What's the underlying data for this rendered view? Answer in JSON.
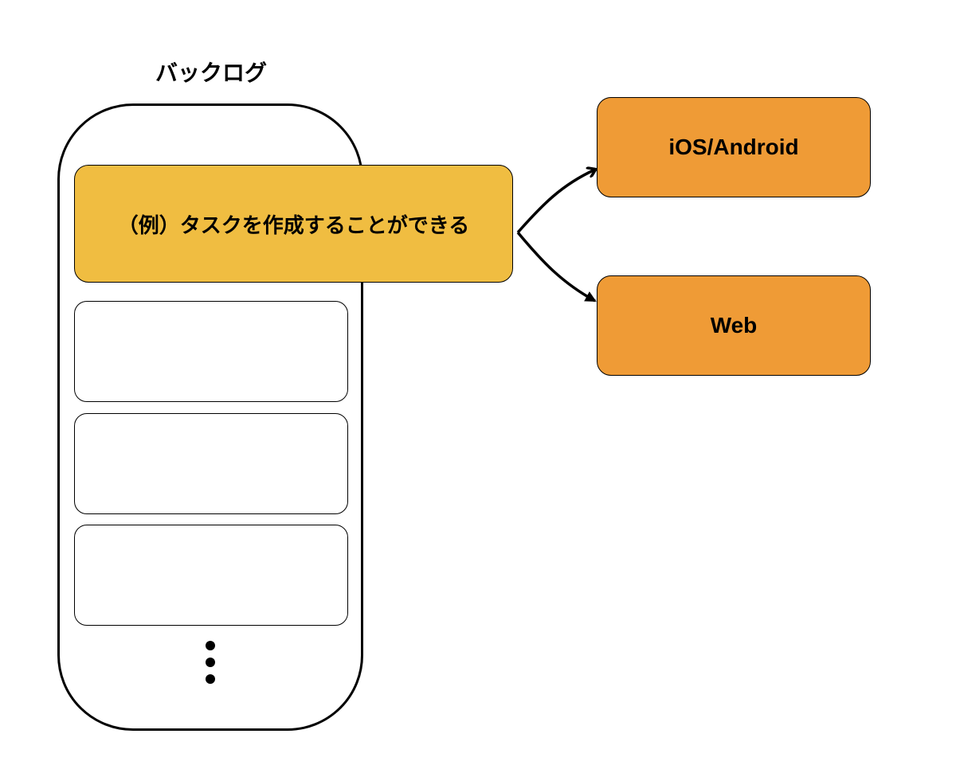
{
  "diagram": {
    "title": "バックログ",
    "highlighted_item": "（例）タスクを作成することができる",
    "empty_item_count": 3,
    "platforms": [
      {
        "label": "iOS/Android"
      },
      {
        "label": "Web"
      }
    ]
  },
  "colors": {
    "highlighted_item_fill": "#f0bd41",
    "platform_fill": "#ef9b36",
    "stroke": "#000000",
    "background": "#ffffff"
  }
}
